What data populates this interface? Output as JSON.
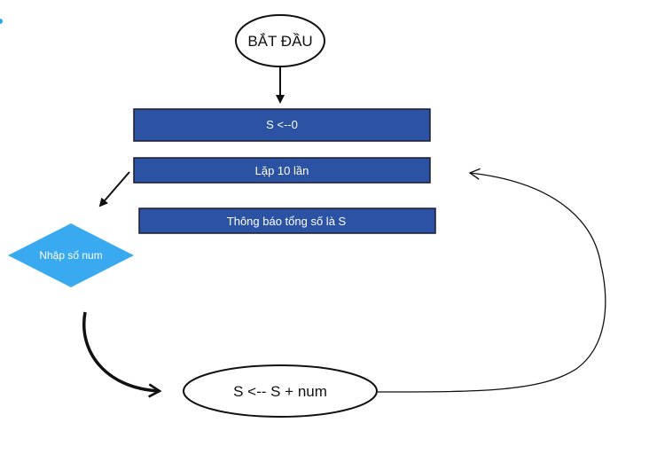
{
  "nodes": {
    "start": {
      "label": "BẮT ĐẦU",
      "shape": "ellipse"
    },
    "init": {
      "label": "S <--0",
      "shape": "rectangle"
    },
    "loop": {
      "label": "Lặp 10 lần",
      "shape": "rectangle"
    },
    "output": {
      "label": "Thông báo tổng số là S",
      "shape": "rectangle"
    },
    "input": {
      "label": "Nhập số num",
      "shape": "diamond"
    },
    "accumulate": {
      "label": "S <-- S + num",
      "shape": "ellipse"
    }
  },
  "edges": [
    {
      "from": "start",
      "to": "init"
    },
    {
      "from": "loop",
      "to": "input"
    },
    {
      "from": "input",
      "to": "accumulate"
    },
    {
      "from": "accumulate",
      "to": "loop"
    }
  ],
  "colors": {
    "box_fill": "#2b52a3",
    "box_border": "#1a1a2e",
    "diamond_fill": "#3aaaf0",
    "accent_dot": "#2aa8e8",
    "line": "#111111"
  }
}
